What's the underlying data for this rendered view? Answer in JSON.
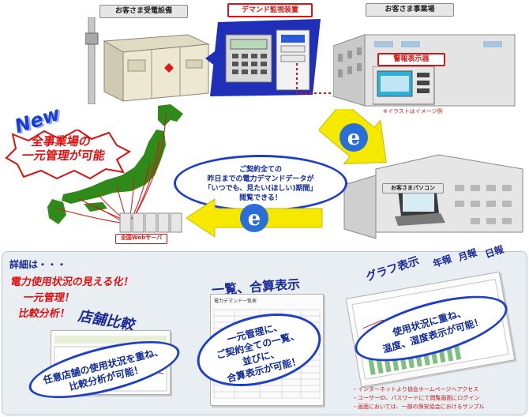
{
  "labels": {
    "substation": "お客さま受電設備",
    "demand_monitor": "デマンド監視装置",
    "business_site": "お客さま事業場",
    "alarm_display": "警報表示器",
    "illustration_note": "※イラストはイメージ例",
    "customer_pc": "お客さまパソコン",
    "web_server": "全国Webサーバ"
  },
  "new_badge": "New",
  "centralized": {
    "line1": "全事業場の",
    "line2": "一元管理が可能"
  },
  "browse_bubble": {
    "line1": "ご契約全ての",
    "line2": "昨日までの電力デマンドデータが",
    "line3": "「いつでも、見たい(ほしい)期間」",
    "line4": "閲覧できる！"
  },
  "details": {
    "heading": "詳細は・・・",
    "line1": "電力使用状況の見える化！",
    "line2": "一元管理！",
    "line3": "比較分析！"
  },
  "store_compare": {
    "title": "店舗比較",
    "bubble_line1": "任意店舗の使用状況を重ね、",
    "bubble_line2": "比較分析が可能！"
  },
  "list_display": {
    "title": "一覧、合算表示",
    "bubble_line1": "一元管理に、",
    "bubble_line2": "ご契約全ての一覧、",
    "bubble_line3": "並びに、",
    "bubble_line4": "合算表示が可能！",
    "sheet_title": "電力デマンド一覧表"
  },
  "graph_display": {
    "title": "グラフ表示",
    "tags": [
      "年報",
      "月報",
      "日報"
    ],
    "bubble_line1": "使用状況に重ね、",
    "bubble_line2": "温度、湿度表示が可能！"
  },
  "footnotes": [
    "・インターネットより協会ホームページへアクセス",
    "・ユーザーID、パスワードにて閲覧画面にログイン",
    "・画面においては、一部の保安協会におけるサンプル"
  ],
  "colors": {
    "accent_red": "#e01010",
    "accent_blue": "#1e40c8",
    "japan_green": "#2f8a1a",
    "arrow_yellow": "#f6e900",
    "ie_blue": "#2a6fd8"
  }
}
